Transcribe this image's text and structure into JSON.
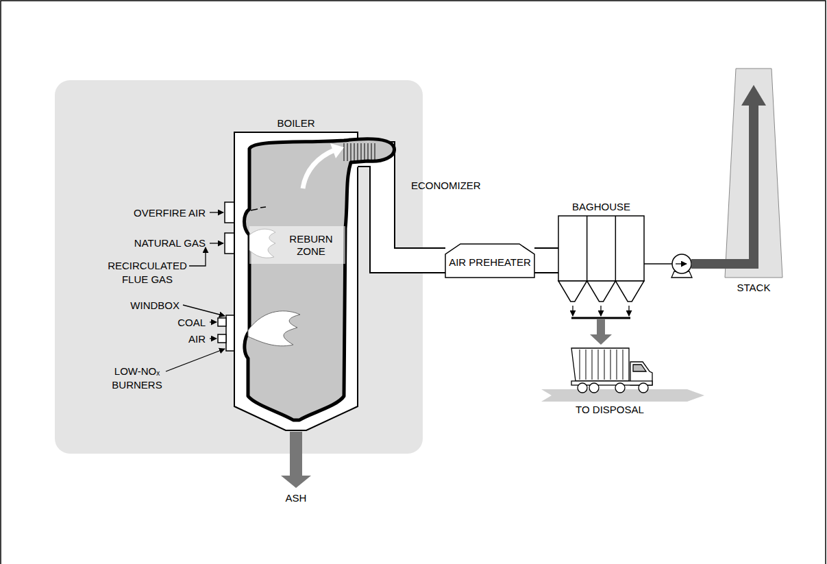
{
  "diagram": {
    "nodes": [
      {
        "text": [
          "BOILER"
        ]
      },
      {
        "text": [
          "REBURN ZONE"
        ],
        "in": 0
      },
      {
        "text": [
          "AIR PREHEATER"
        ]
      },
      {
        "text": [
          "BAGHOUSE"
        ]
      },
      {
        "text": [
          "STACK"
        ]
      }
    ],
    "edges": [
      {
        "from": 0,
        "to": 2,
        "arrow": "none"
      },
      {
        "from": 2,
        "to": 3,
        "arrow": "none"
      },
      {
        "from": 3,
        "to": 4,
        "arrow": "none"
      }
    ],
    "labels": [
      "ECONOMIZER",
      "OVERFIRE AIR",
      "NATURAL GAS",
      "RECIRCULATED FLUE GAS",
      "WINDBOX",
      "COAL",
      "AIR",
      "LOW-NOₓ BURNERS",
      "TO DISPOSAL",
      "ASH"
    ]
  }
}
